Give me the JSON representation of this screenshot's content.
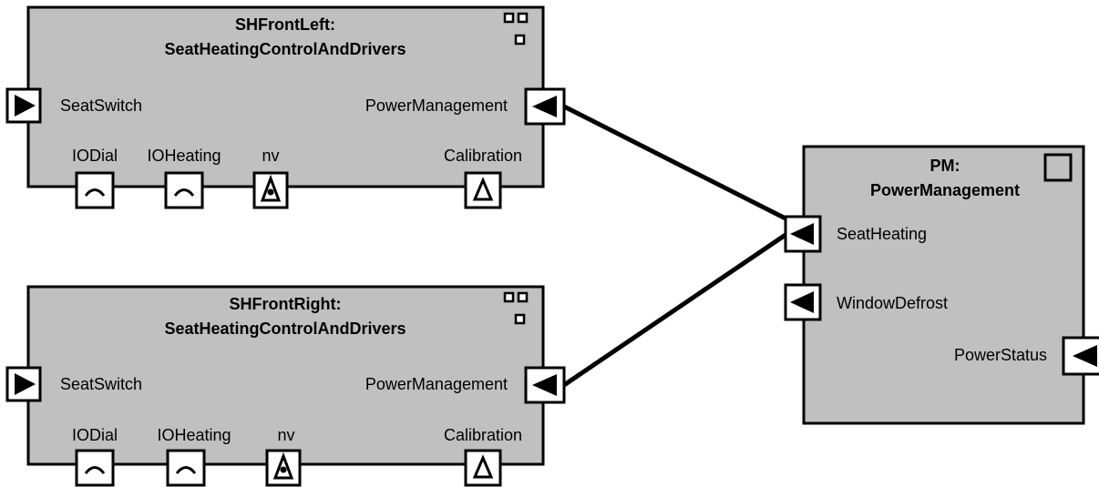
{
  "components": {
    "sh_front_left": {
      "name": "SHFrontLeft:",
      "type": "SeatHeatingControlAndDrivers",
      "ports": {
        "seat_switch": "SeatSwitch",
        "power_management": "PowerManagement",
        "io_dial": "IODial",
        "io_heating": "IOHeating",
        "nv": "nv",
        "calibration": "Calibration"
      }
    },
    "sh_front_right": {
      "name": "SHFrontRight:",
      "type": "SeatHeatingControlAndDrivers",
      "ports": {
        "seat_switch": "SeatSwitch",
        "power_management": "PowerManagement",
        "io_dial": "IODial",
        "io_heating": "IOHeating",
        "nv": "nv",
        "calibration": "Calibration"
      }
    },
    "pm": {
      "name": "PM:",
      "type": "PowerManagement",
      "ports": {
        "seat_heating": "SeatHeating",
        "window_defrost": "WindowDefrost",
        "power_status": "PowerStatus"
      }
    }
  },
  "colors": {
    "component_fill": "#c0c0c0",
    "port_fill": "#ffffff",
    "stroke": "#000000"
  },
  "icons": {
    "composition": "composition-icon",
    "atomic": "atomic-component-icon",
    "sender_port": "sender-port-arrow-icon",
    "receiver_port": "receiver-port-arrow-icon",
    "client_server_port": "client-server-port-arc-icon",
    "nv_port": "nv-data-port-icon",
    "calibration_port": "calibration-port-triangle-icon"
  }
}
